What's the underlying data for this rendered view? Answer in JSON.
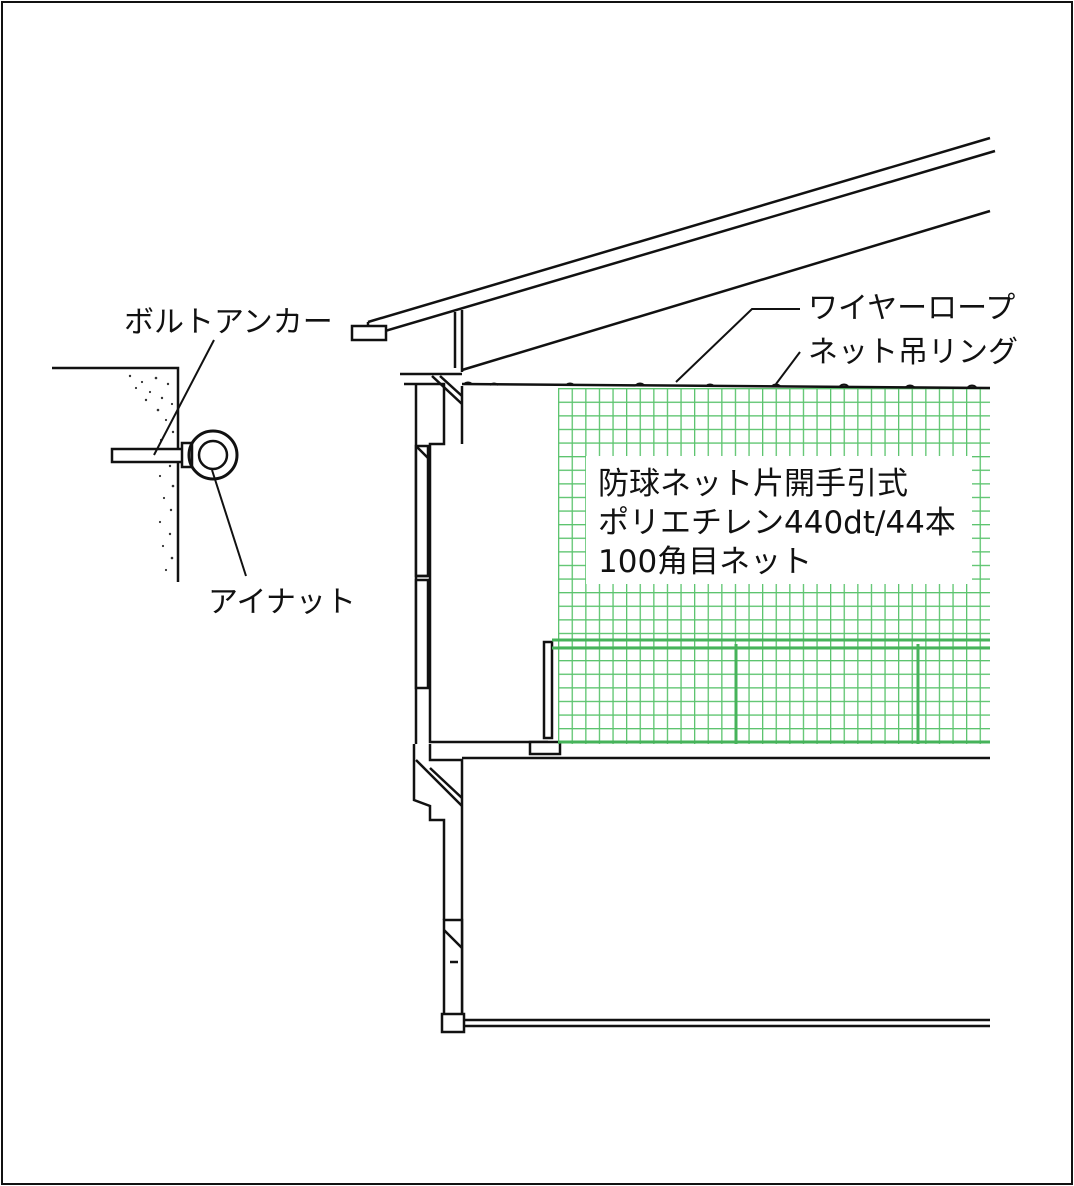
{
  "labels": {
    "bolt_anchor": "ボルトアンカー",
    "eye_nut": "アイナット",
    "wire_rope": "ワイヤーロープ",
    "net_ring": "ネット吊リング"
  },
  "net_spec": {
    "line1": "防球ネット片開手引式",
    "line2": "ポリエチレン440dt/44本",
    "line3": "100角目ネット"
  },
  "colors": {
    "line": "#111111",
    "net": "#5cc46e",
    "net_band": "#46b35a",
    "label_bg": "#ffffff"
  }
}
